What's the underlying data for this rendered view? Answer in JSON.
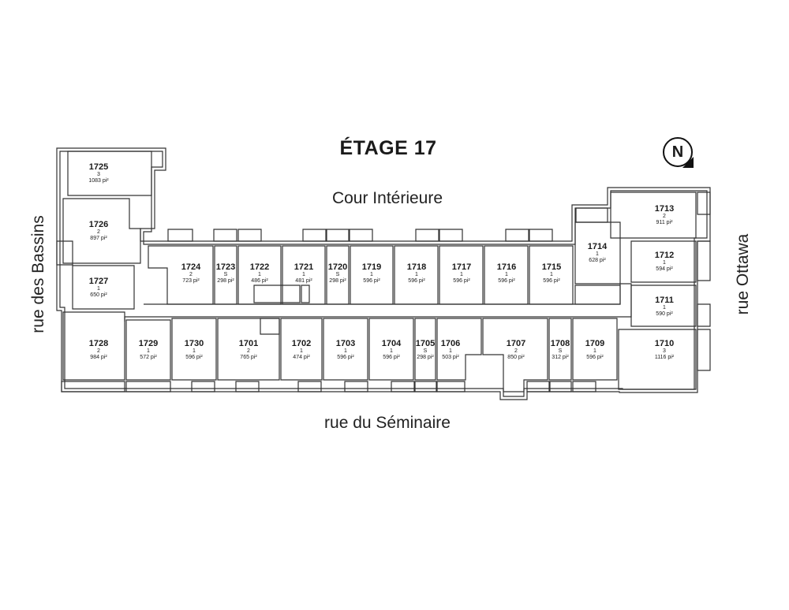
{
  "title": "ÉTAGE 17",
  "north_label": "N",
  "streets": {
    "top": "Cour Intérieure",
    "bottom": "rue du Séminaire",
    "left": "rue des Bassins",
    "right": "rue Ottawa"
  },
  "units": [
    {
      "id": "1725",
      "bedrooms": "3",
      "area": "1083 pi²"
    },
    {
      "id": "1726",
      "bedrooms": "2",
      "area": "897 pi²"
    },
    {
      "id": "1727",
      "bedrooms": "1",
      "area": "650 pi²"
    },
    {
      "id": "1728",
      "bedrooms": "2",
      "area": "984 pi²"
    },
    {
      "id": "1724",
      "bedrooms": "2",
      "area": "723 pi²"
    },
    {
      "id": "1723",
      "bedrooms": "S",
      "area": "298 pi²"
    },
    {
      "id": "1722",
      "bedrooms": "1",
      "area": "486 pi²"
    },
    {
      "id": "1721",
      "bedrooms": "1",
      "area": "481 pi²"
    },
    {
      "id": "1720",
      "bedrooms": "S",
      "area": "298 pi²"
    },
    {
      "id": "1719",
      "bedrooms": "1",
      "area": "596 pi²"
    },
    {
      "id": "1718",
      "bedrooms": "1",
      "area": "596 pi²"
    },
    {
      "id": "1717",
      "bedrooms": "1",
      "area": "596 pi²"
    },
    {
      "id": "1716",
      "bedrooms": "1",
      "area": "596 pi²"
    },
    {
      "id": "1715",
      "bedrooms": "1",
      "area": "596 pi²"
    },
    {
      "id": "1714",
      "bedrooms": "1",
      "area": "628 pi²"
    },
    {
      "id": "1713",
      "bedrooms": "2",
      "area": "911 pi²"
    },
    {
      "id": "1712",
      "bedrooms": "1",
      "area": "594 pi²"
    },
    {
      "id": "1711",
      "bedrooms": "1",
      "area": "590 pi²"
    },
    {
      "id": "1710",
      "bedrooms": "3",
      "area": "1116 pi²"
    },
    {
      "id": "1729",
      "bedrooms": "1",
      "area": "572 pi²"
    },
    {
      "id": "1730",
      "bedrooms": "1",
      "area": "596 pi²"
    },
    {
      "id": "1701",
      "bedrooms": "2",
      "area": "765 pi²"
    },
    {
      "id": "1702",
      "bedrooms": "1",
      "area": "474 pi²"
    },
    {
      "id": "1703",
      "bedrooms": "1",
      "area": "596 pi²"
    },
    {
      "id": "1704",
      "bedrooms": "1",
      "area": "596 pi²"
    },
    {
      "id": "1705",
      "bedrooms": "S",
      "area": "298 pi²"
    },
    {
      "id": "1706",
      "bedrooms": "1",
      "area": "503 pi²"
    },
    {
      "id": "1707",
      "bedrooms": "2",
      "area": "850 pi²"
    },
    {
      "id": "1708",
      "bedrooms": "S",
      "area": "312 pi²"
    },
    {
      "id": "1709",
      "bedrooms": "1",
      "area": "596 pi²"
    }
  ]
}
